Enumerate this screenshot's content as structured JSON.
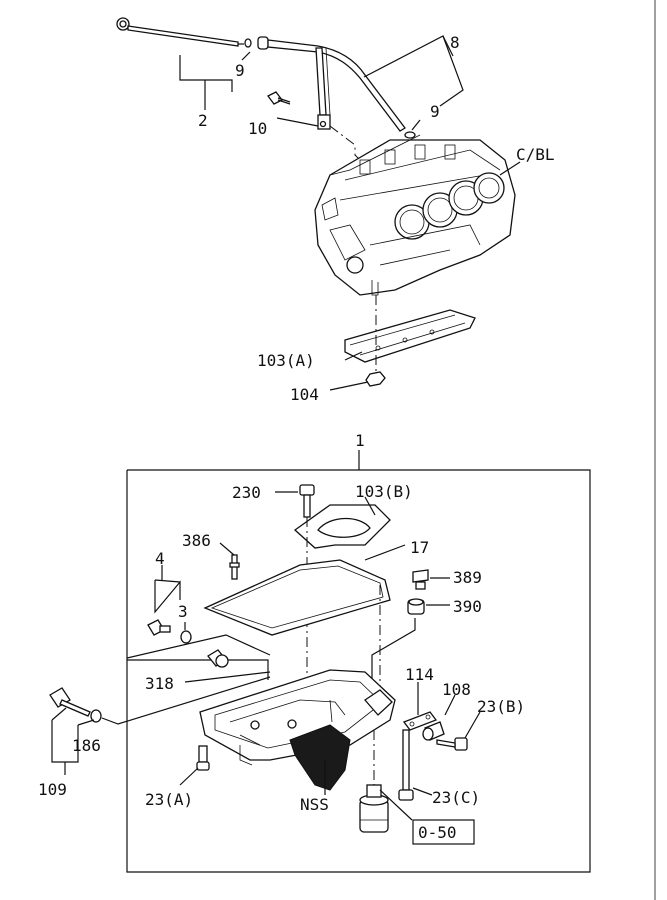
{
  "callouts": {
    "c1": "1",
    "c2": "2",
    "c3": "3",
    "c4": "4",
    "c8": "8",
    "c9a": "9",
    "c9b": "9",
    "c10": "10",
    "c17": "17",
    "c23a": "23(A)",
    "c23b": "23(B)",
    "c23c": "23(C)",
    "c103a": "103(A)",
    "c103b": "103(B)",
    "c104": "104",
    "c108": "108",
    "c109": "109",
    "c114": "114",
    "c186": "186",
    "c230": "230",
    "c318": "318",
    "c386": "386",
    "c389": "389",
    "c390": "390",
    "cbl": "C/BL",
    "nss": "NSS",
    "ref": "0-50"
  }
}
